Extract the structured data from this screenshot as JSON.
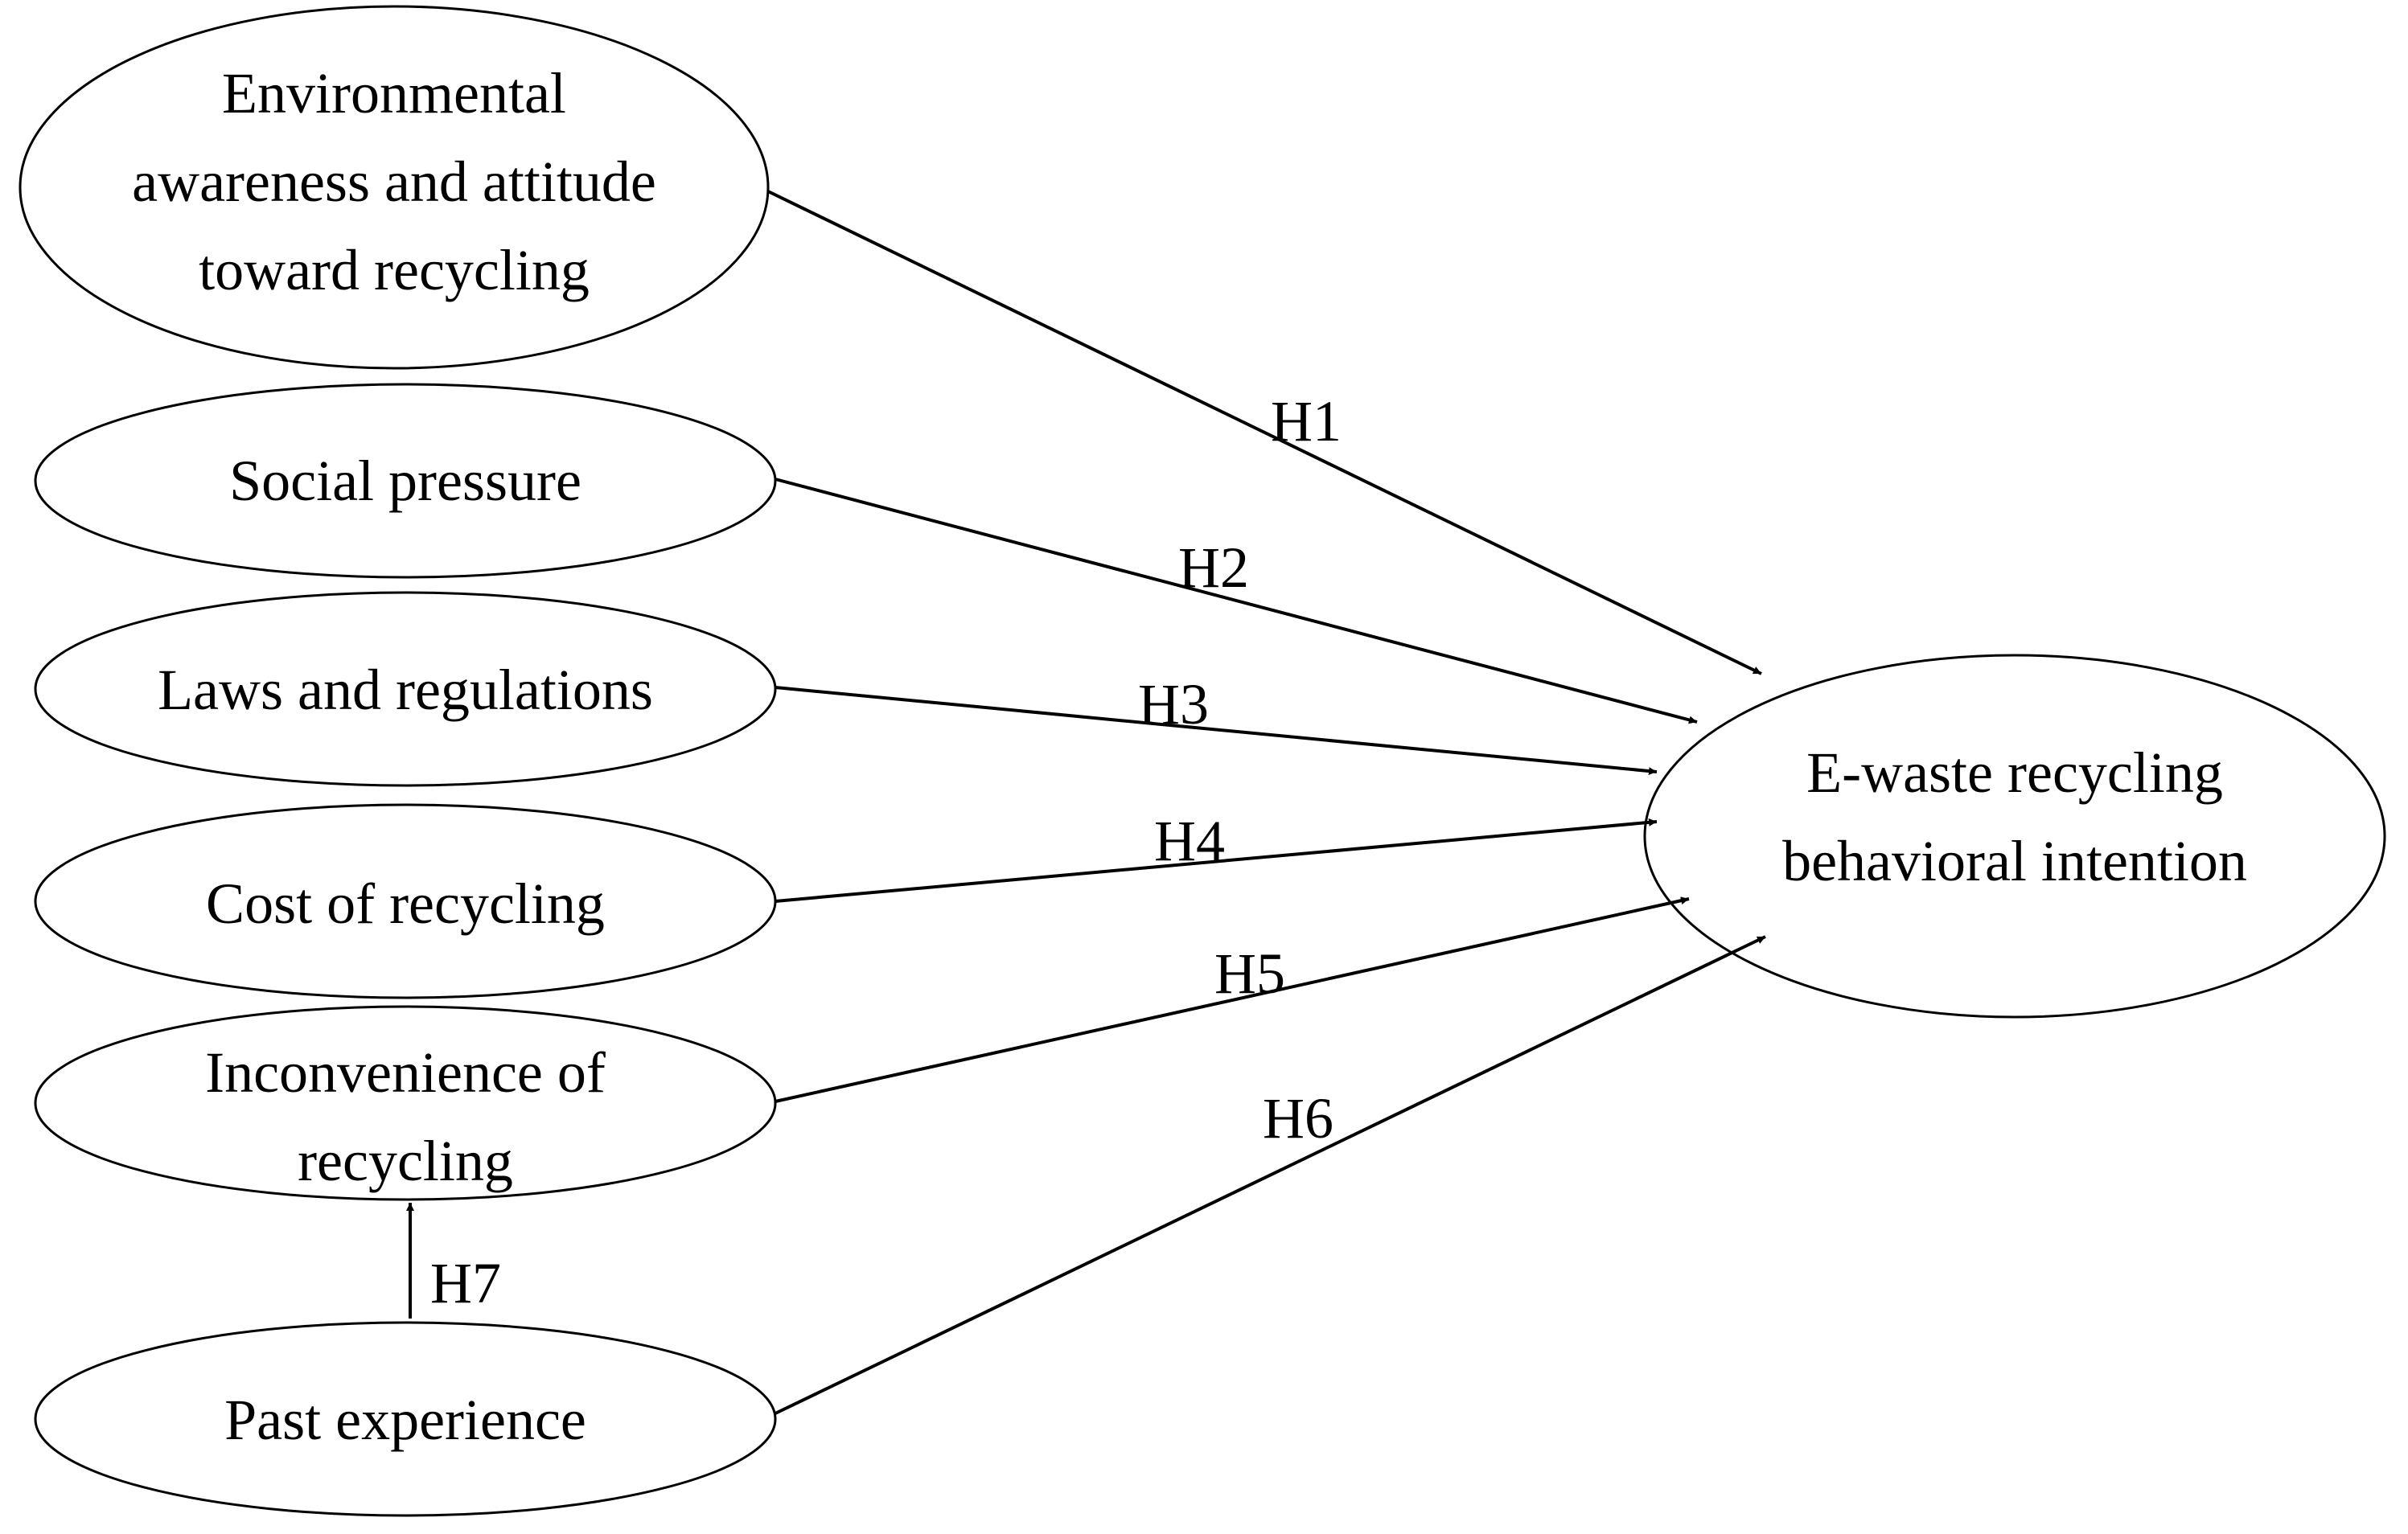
{
  "nodes": {
    "env": {
      "lines": [
        "Environmental",
        "awareness and attitude",
        "toward recycling"
      ]
    },
    "social": {
      "lines": [
        "Social pressure"
      ]
    },
    "laws": {
      "lines": [
        "Laws and regulations"
      ]
    },
    "cost": {
      "lines": [
        "Cost of recycling"
      ]
    },
    "inconv": {
      "lines": [
        "Inconvenience of",
        "recycling"
      ]
    },
    "past": {
      "lines": [
        "Past experience"
      ]
    },
    "intent": {
      "lines": [
        "E-waste recycling",
        "behavioral intention"
      ]
    }
  },
  "edges": [
    {
      "id": "h1",
      "from": "env",
      "to": "intent",
      "label": "H1"
    },
    {
      "id": "h2",
      "from": "social",
      "to": "intent",
      "label": "H2"
    },
    {
      "id": "h3",
      "from": "laws",
      "to": "intent",
      "label": "H3"
    },
    {
      "id": "h4",
      "from": "cost",
      "to": "intent",
      "label": "H4"
    },
    {
      "id": "h5",
      "from": "inconv",
      "to": "intent",
      "label": "H5"
    },
    {
      "id": "h6",
      "from": "past",
      "to": "intent",
      "label": "H6"
    },
    {
      "id": "h7",
      "from": "past",
      "to": "inconv",
      "label": "H7"
    }
  ]
}
